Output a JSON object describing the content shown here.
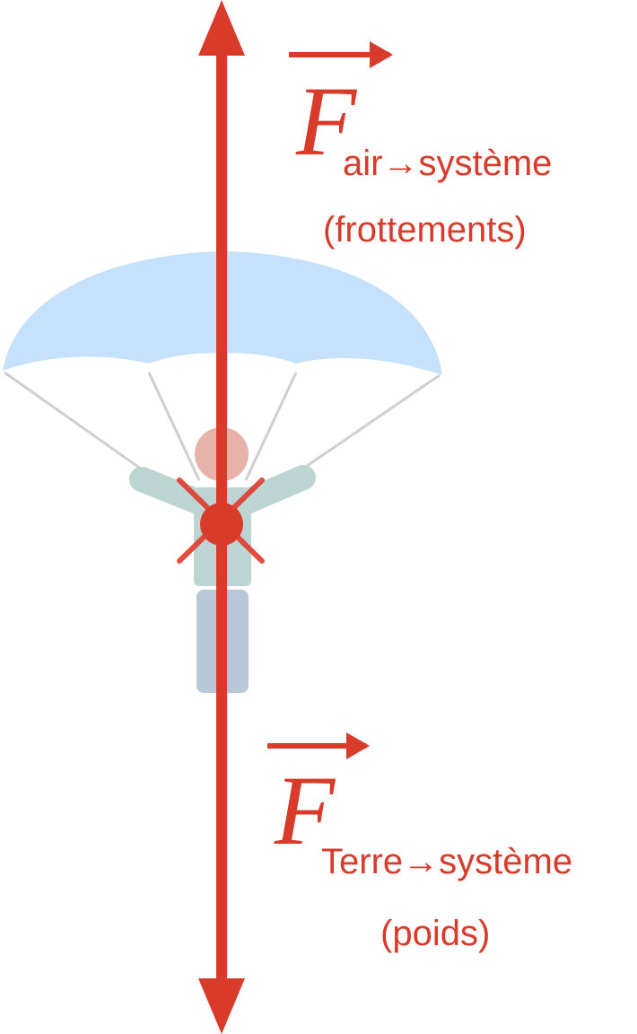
{
  "colors": {
    "force": "#d93b2b",
    "canopy": "#c5e1fb",
    "suspension_lines": "#cfcfcf",
    "head": "#e7b2aa",
    "torso": "#bcd4d2",
    "legs": "#b8c8d8"
  },
  "forces": {
    "air": {
      "symbol": "F",
      "subscript": "air→système",
      "note": "(frottements)",
      "direction": "up"
    },
    "earth": {
      "symbol": "F",
      "subscript": "Terre→système",
      "note": "(poids)",
      "direction": "down"
    }
  }
}
